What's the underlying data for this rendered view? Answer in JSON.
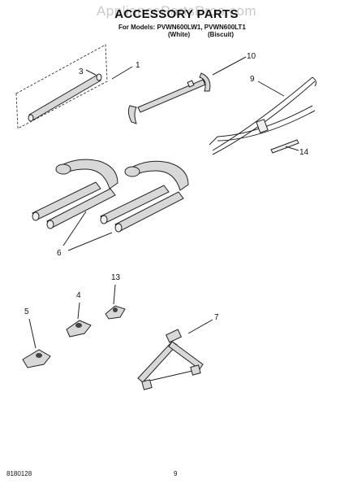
{
  "header": {
    "watermark": "AppliancePartsPros.com",
    "title": "ACCESSORY PARTS",
    "models_line": "For Models: PVWN600LW1, PVWN600LT1",
    "color_white": "(White)",
    "color_biscuit": "(Biscuit)"
  },
  "callouts": [
    "1",
    "3",
    "10",
    "9",
    "14",
    "6",
    "13",
    "4",
    "5",
    "7"
  ],
  "footer": {
    "doc_number": "8180128",
    "page_number": "9"
  }
}
